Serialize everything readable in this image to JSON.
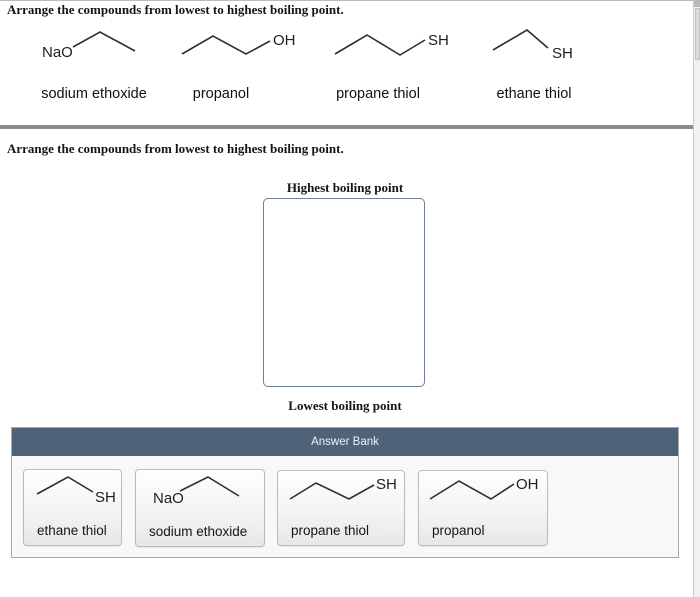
{
  "questions": {
    "top": "Arrange the compounds from lowest to highest boiling point.",
    "main": "Arrange the compounds from lowest to highest boiling point."
  },
  "compounds_top": [
    {
      "name": "sodium ethoxide",
      "atom_label": "NaO"
    },
    {
      "name": "propanol",
      "atom_label": "OH"
    },
    {
      "name": "propane thiol",
      "atom_label": "SH"
    },
    {
      "name": "ethane thiol",
      "atom_label": "SH"
    }
  ],
  "sorter": {
    "top_label": "Highest boiling point",
    "bottom_label": "Lowest boiling point"
  },
  "answer_bank": {
    "title": "Answer Bank",
    "items": [
      {
        "name": "ethane thiol",
        "atom_label": "SH"
      },
      {
        "name": "sodium ethoxide",
        "atom_label": "NaO"
      },
      {
        "name": "propane thiol",
        "atom_label": "SH"
      },
      {
        "name": "propanol",
        "atom_label": "OH"
      }
    ]
  },
  "icons": {
    "scrollbar": "vertical-scrollbar",
    "scroll_arrow": "scroll-up-arrow-icon"
  },
  "colors": {
    "bank_header": "#4e6378",
    "bank_body": "#f8f8f8",
    "divider": "#8c8c8c",
    "structure_stroke": "#2e2e2e",
    "drop_box_border": "#6f7f92"
  }
}
